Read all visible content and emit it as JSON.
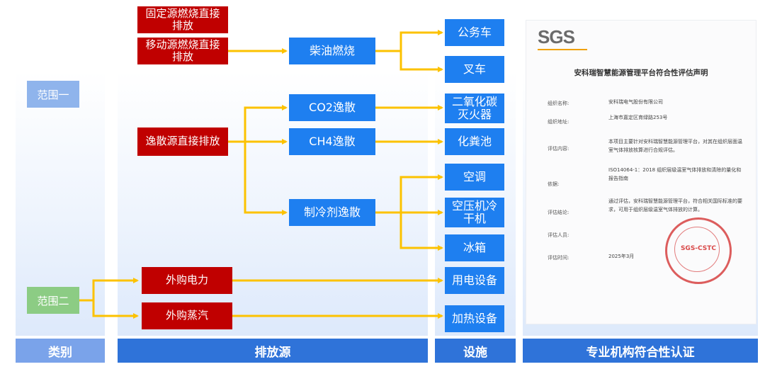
{
  "columns": {
    "category": "类别",
    "source": "排放源",
    "facility": "设施",
    "cert": "专业机构符合性认证"
  },
  "scopes": {
    "scope1": "范围一",
    "scope2": "范围二"
  },
  "sources": {
    "fixed": "固定源燃烧直接排放",
    "mobile": "移动源燃烧直接排放",
    "fugitive": "逸散源直接排放",
    "elec": "外购电力",
    "steam": "外购蒸汽"
  },
  "processes": {
    "diesel": "柴油燃烧",
    "co2": "CO2逸散",
    "ch4": "CH4逸散",
    "refrigerant": "制冷剂逸散"
  },
  "facilities": {
    "bus": "公务车",
    "forklift": "叉车",
    "extinguisher": "二氧化碳灭火器",
    "septic": "化粪池",
    "ac": "空调",
    "compressor": "空压机冷干机",
    "fridge": "冰箱",
    "elecdev": "用电设备",
    "heatdev": "加热设备"
  },
  "certificate": {
    "logo": "SGS",
    "title": "安科瑞智慧能源管理平台符合性评估声明",
    "rows": [
      {
        "label": "组织名称:",
        "value": "安科瑞电气股份有限公司"
      },
      {
        "label": "组织地址:",
        "value": "上海市嘉定区育绿路253号"
      },
      {
        "label": "评估内容:",
        "value": "本项目主要针对安科瑞智慧能源管理平台，对其在组织层面温室气体排放核算进行合规评估。"
      },
      {
        "label": "依据:",
        "value": "ISO14064-1：2018 组织层级温室气体排放和清除的量化和报告指南"
      },
      {
        "label": "评估结论:",
        "value": "通过评估，安科瑞智慧能源管理平台，符合相关国际标准的要求，可用于组织层级温室气体排放的计算。"
      },
      {
        "label": "评估人员:",
        "value": ""
      },
      {
        "label": "评估时间:",
        "value": "2025年3月"
      }
    ],
    "stamp_text": "SGS-CSTC"
  },
  "colors": {
    "red": "#c00000",
    "blue": "#1e7ff0",
    "scope_blue": "#8fb4ec",
    "scope_green": "#8ccc84",
    "footer_blue": "#2f73d9",
    "footer_light": "#7aa3ea",
    "arrow": "#fcc200"
  }
}
